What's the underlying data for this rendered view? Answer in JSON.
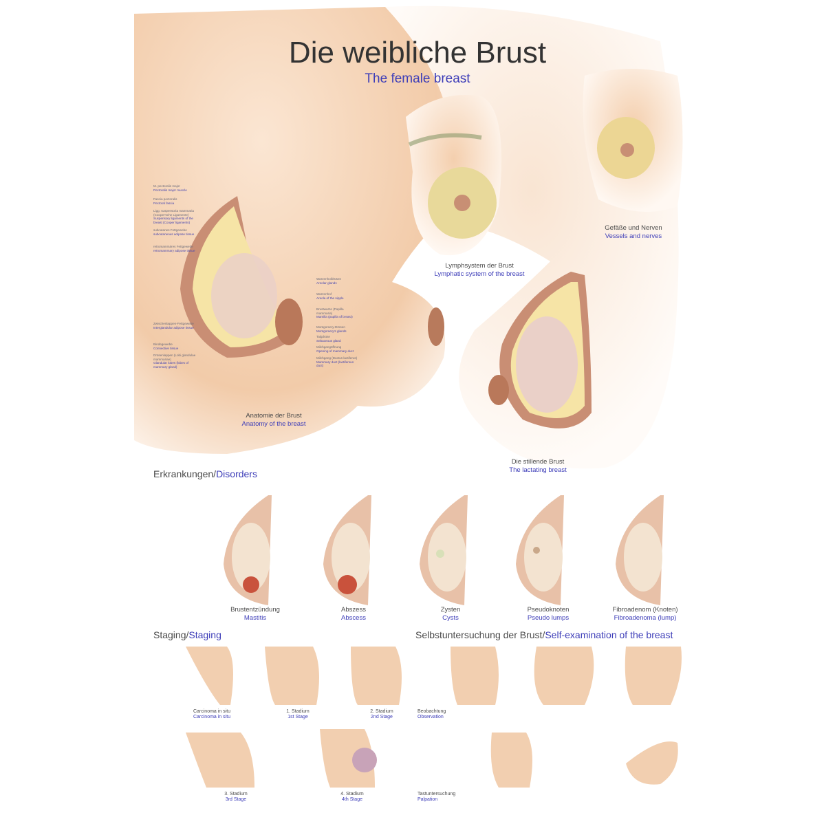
{
  "title": "Die weibliche Brust",
  "subtitle": "The female breast",
  "colors": {
    "accent_blue": "#3d3db8",
    "skin": "#f0c9a6",
    "gland": "#f7e7a8",
    "lobules": "#e8c4c4"
  },
  "panels": {
    "anatomy": {
      "de": "Anatomie der Brust",
      "en": "Anatomy of the breast",
      "labels_left": [
        {
          "de": "M. pectoralis major",
          "en": "Pectoralis major muscle"
        },
        {
          "de": "Fascia pectoralis",
          "en": "Pectoral fascia"
        },
        {
          "de": "Ligg. suspensoria mammaria (Cooper'sche Ligamente)",
          "en": "Suspensory ligaments of the breast (Cooper ligaments)"
        },
        {
          "de": "subcutanes Fettgewebe",
          "en": "subcutaneous adipose tissue"
        },
        {
          "de": "retromammäres Fettgewebe",
          "en": "retromammary adipose tissue"
        },
        {
          "de": "Zwischenlappen-Fettgewebe",
          "en": "Interglandular adipose tissue"
        },
        {
          "de": "Bindegewebe",
          "en": "Connective tissue"
        },
        {
          "de": "Drüsenlappen (Lobi glandulae mammariae)",
          "en": "Glandular lobes (lobes of mammary gland)"
        }
      ],
      "labels_right": [
        {
          "de": "Warzenhofdrüsen",
          "en": "Areolar glands"
        },
        {
          "de": "Warzenhof",
          "en": "Areola of the nipple"
        },
        {
          "de": "Brustwarze (Papilla mammaria)",
          "en": "Mamilla (papilla of breast)"
        },
        {
          "de": "Montgomery-Drüsen",
          "en": "Montgomery's glands"
        },
        {
          "de": "Talgdrüse",
          "en": "Sebaceous gland"
        },
        {
          "de": "Milchgangöffnung",
          "en": "Opening of mammary duct"
        },
        {
          "de": "Milchgang (Ductus lactiferus)",
          "en": "Mammary duct (lactiferous duct)"
        }
      ]
    },
    "lymph": {
      "de": "Lymphsystem der Brust",
      "en": "Lymphatic system of the breast"
    },
    "vessels": {
      "de": "Gefäße und Nerven",
      "en": "Vessels and nerves"
    },
    "lactating": {
      "de": "Die stillende Brust",
      "en": "The lactating breast"
    }
  },
  "disorders": {
    "heading_de": "Erkrankungen/",
    "heading_en": "Disorders",
    "items": [
      {
        "de": "Brustentzündung",
        "en": "Mastitis"
      },
      {
        "de": "Abszess",
        "en": "Abscess"
      },
      {
        "de": "Zysten",
        "en": "Cysts"
      },
      {
        "de": "Pseudoknoten",
        "en": "Pseudo lumps"
      },
      {
        "de": "Fibroadenom (Knoten)",
        "en": "Fibroadenoma (lump)"
      }
    ]
  },
  "staging": {
    "heading_de": "Staging/",
    "heading_en": "Staging",
    "items": [
      {
        "de": "Carcinoma in situ",
        "en": "Carcinoma in situ"
      },
      {
        "de": "1. Stadium",
        "en": "1st Stage"
      },
      {
        "de": "2. Stadium",
        "en": "2nd Stage"
      },
      {
        "de": "3. Stadium",
        "en": "3rd Stage"
      },
      {
        "de": "4. Stadium",
        "en": "4th Stage"
      }
    ]
  },
  "self_exam": {
    "heading_de": "Selbstuntersuchung der Brust/",
    "heading_en": "Self-examination of the breast",
    "items": [
      {
        "de": "Beobachtung",
        "en": "Observation"
      },
      {
        "de": "Tastuntersuchung",
        "en": "Palpation"
      }
    ]
  }
}
